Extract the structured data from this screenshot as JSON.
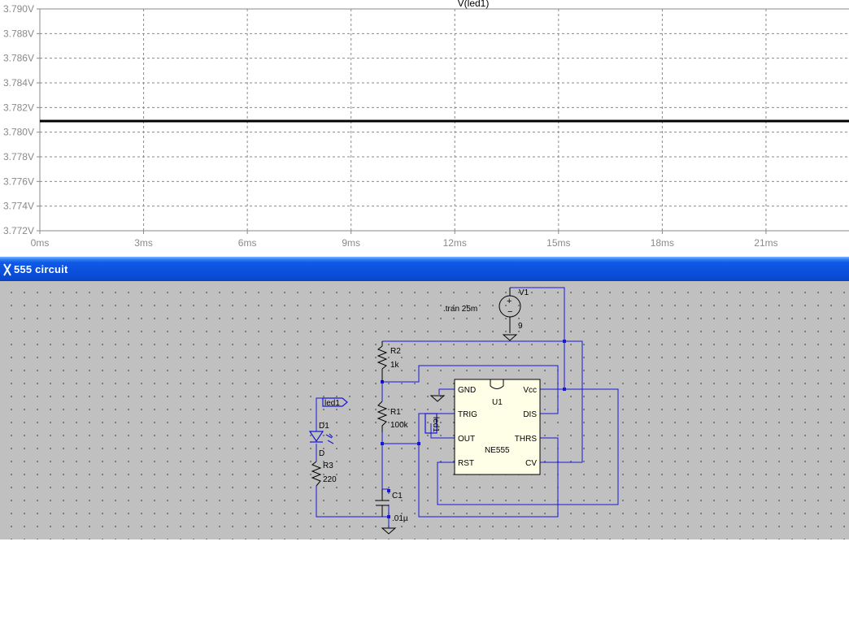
{
  "plot": {
    "title": "V(led1)",
    "y_ticks": [
      "3.790V",
      "3.788V",
      "3.786V",
      "3.784V",
      "3.782V",
      "3.780V",
      "3.778V",
      "3.776V",
      "3.774V",
      "3.772V"
    ],
    "x_ticks": [
      "0ms",
      "3ms",
      "6ms",
      "9ms",
      "12ms",
      "15ms",
      "18ms",
      "21ms"
    ],
    "trace_color": "#000000"
  },
  "chart_data": {
    "type": "line",
    "title": "V(led1)",
    "xlabel": "",
    "ylabel": "",
    "x_unit": "ms",
    "y_unit": "V",
    "xlim": [
      0,
      23.4
    ],
    "ylim": [
      3.772,
      3.79
    ],
    "grid": true,
    "series": [
      {
        "name": "V(led1)",
        "x": [
          0,
          23.4
        ],
        "y": [
          3.7809,
          3.7809
        ]
      }
    ]
  },
  "window": {
    "title": "555 circuit"
  },
  "schematic": {
    "directive": ".tran 25m",
    "v1": {
      "name": "V1",
      "value": "9"
    },
    "r2": {
      "name": "R2",
      "value": "1k"
    },
    "r1": {
      "name": "R1",
      "value": "100k"
    },
    "c1": {
      "name": "C1",
      "value": ".01µ"
    },
    "r3": {
      "name": "R3",
      "value": "220"
    },
    "d1": {
      "name": "D1",
      "value": "D"
    },
    "u1": {
      "name": "U1",
      "part": "NE555",
      "pins": {
        "gnd": "GND",
        "trig": "TRIG",
        "out": "OUT",
        "rst": "RST",
        "vcc": "Vcc",
        "dis": "DIS",
        "thrs": "THRS",
        "cv": "CV"
      }
    },
    "net_label_led1": "led1",
    "wire_color": "#1818d8",
    "icons": [
      "ltspice-icon",
      "voltage-source-icon",
      "ground-icon",
      "resistor-icon",
      "capacitor-icon",
      "diode-icon"
    ]
  }
}
